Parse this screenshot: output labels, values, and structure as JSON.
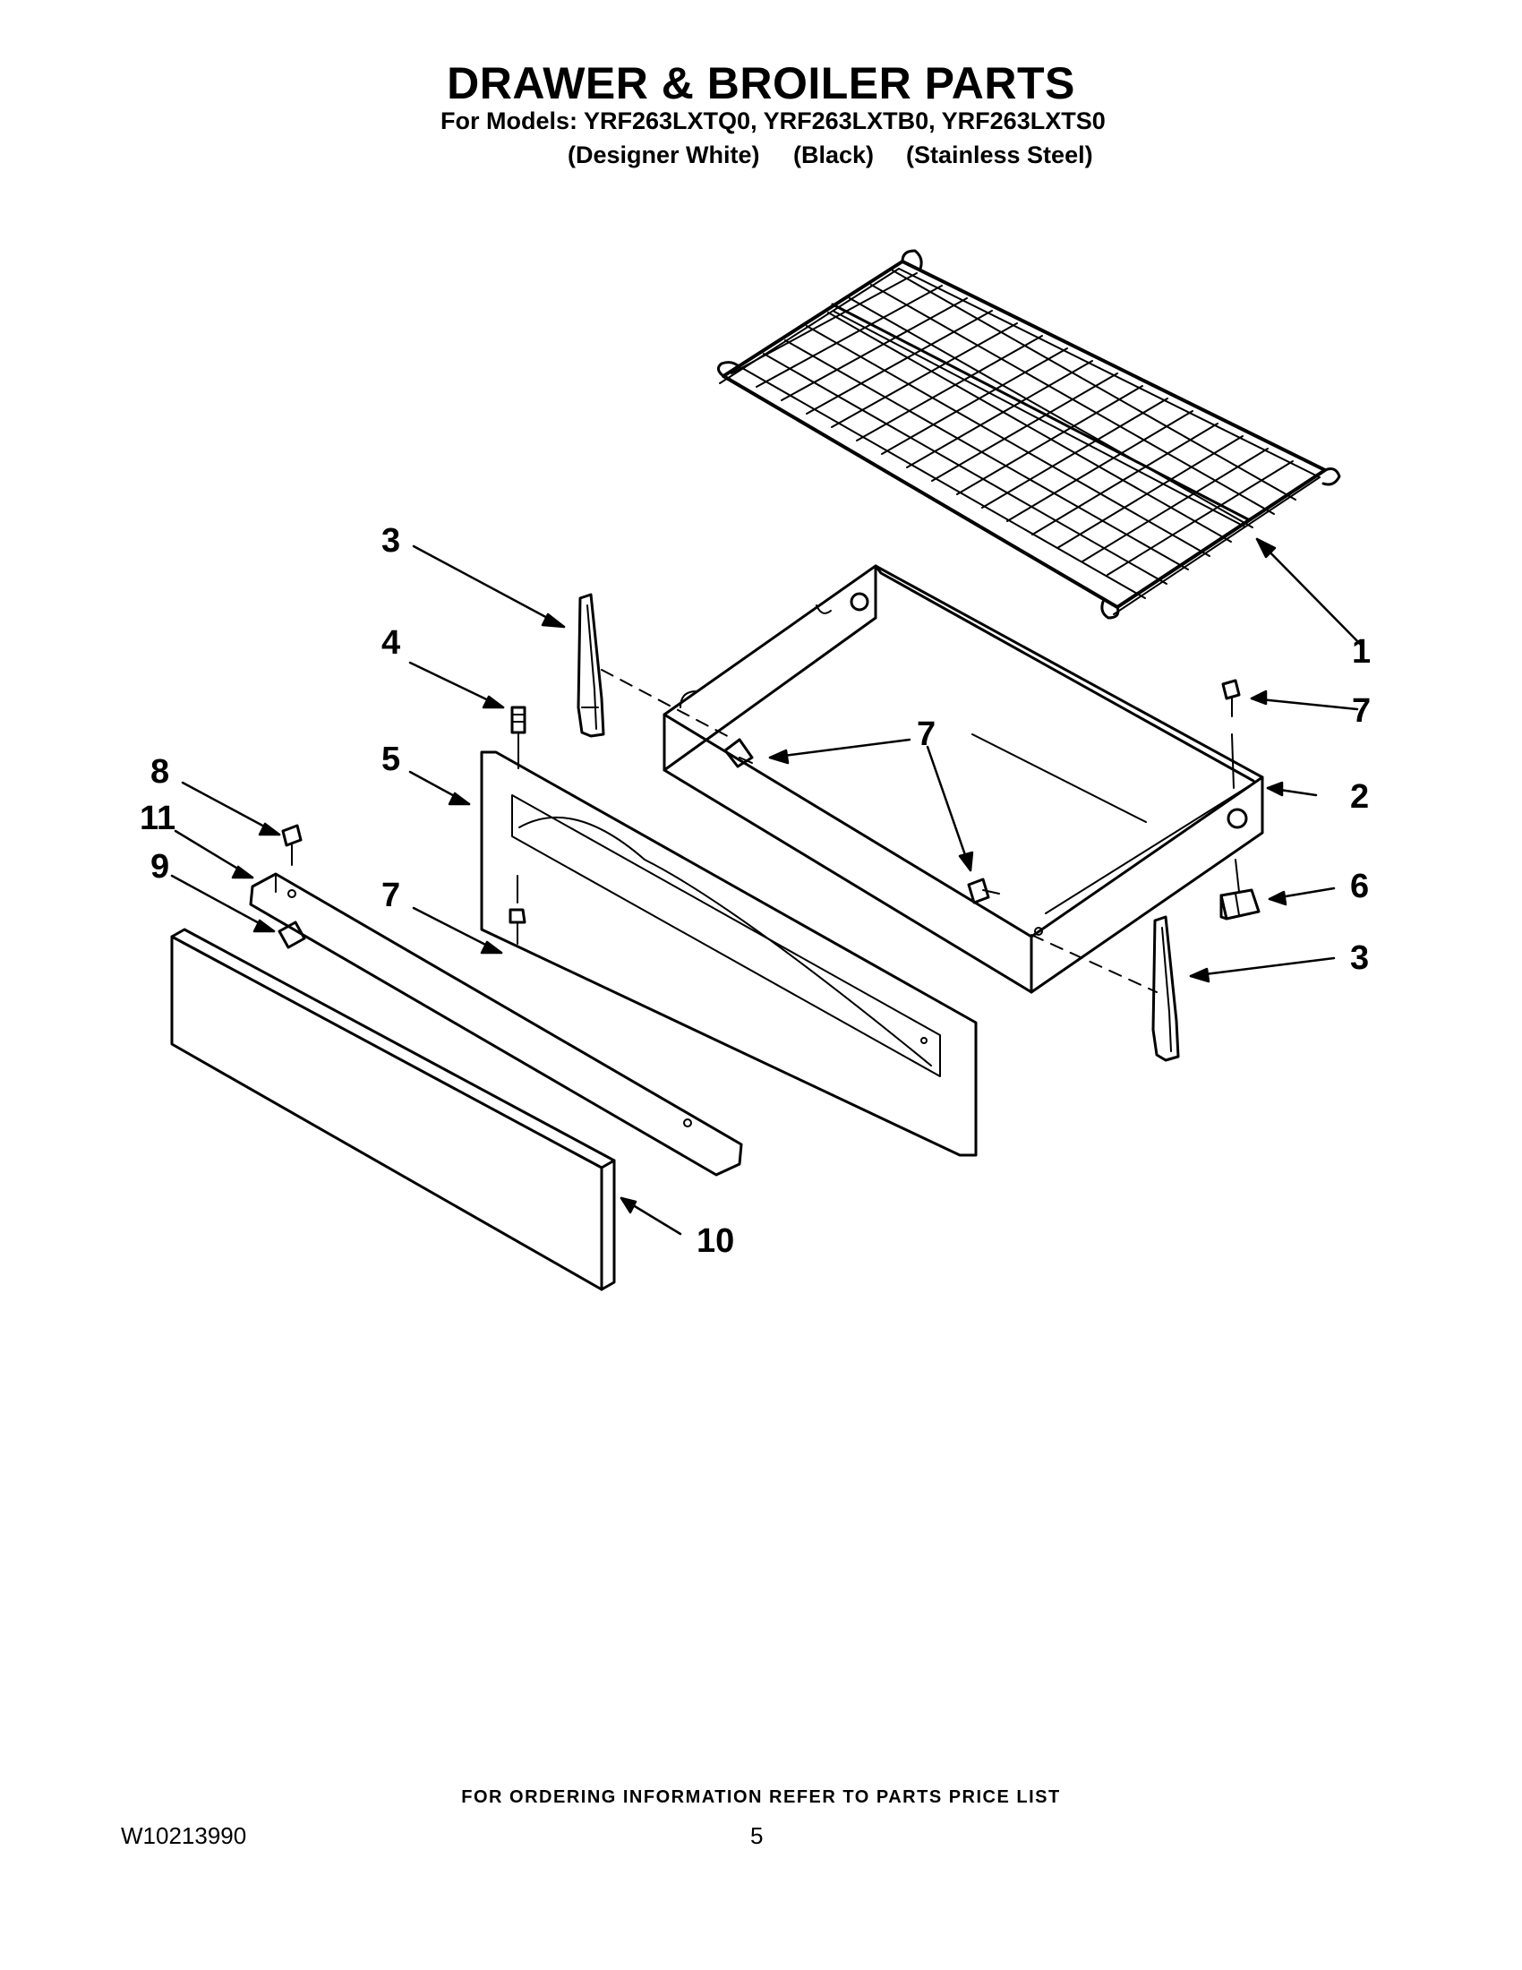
{
  "header": {
    "title": "DRAWER & BROILER PARTS",
    "models_line": "For Models: YRF263LXTQ0, YRF263LXTB0, YRF263LXTS0",
    "variants": [
      "(Designer White)",
      "(Black)",
      "(Stainless Steel)"
    ]
  },
  "callouts": [
    "1",
    "2",
    "3",
    "3",
    "4",
    "5",
    "6",
    "7",
    "7",
    "7",
    "8",
    "9",
    "10",
    "11"
  ],
  "parts": [
    {
      "number": "1",
      "part": "broiler-rack"
    },
    {
      "number": "2",
      "part": "drawer-body"
    },
    {
      "number": "3",
      "part": "slide-rail"
    },
    {
      "number": "4",
      "part": "stud"
    },
    {
      "number": "5",
      "part": "drawer-panel"
    },
    {
      "number": "6",
      "part": "clip"
    },
    {
      "number": "7",
      "part": "screw"
    },
    {
      "number": "8",
      "part": "screw"
    },
    {
      "number": "9",
      "part": "clip"
    },
    {
      "number": "10",
      "part": "front-panel"
    },
    {
      "number": "11",
      "part": "handle"
    }
  ],
  "footer": {
    "ordering_note": "FOR ORDERING INFORMATION REFER TO PARTS PRICE LIST",
    "doc_number": "W10213990",
    "page_number": "5"
  }
}
